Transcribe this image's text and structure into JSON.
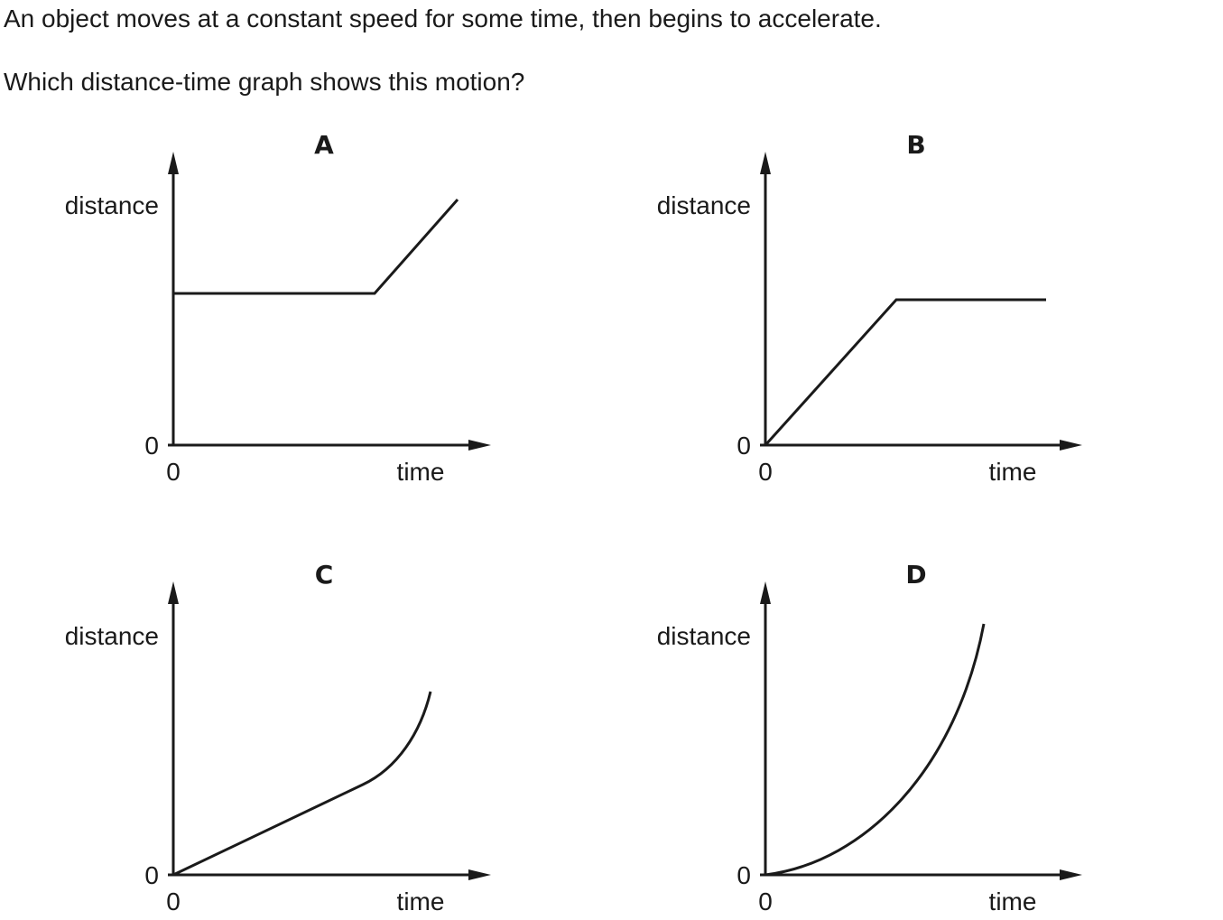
{
  "question": {
    "line1": "An object moves at a constant speed for some time, then begins to accelerate.",
    "line2": "Which distance-time graph shows this motion?"
  },
  "graphs": [
    {
      "letter": "A",
      "y_label": "distance",
      "x_label": "time",
      "y_origin": "0",
      "x_origin": "0",
      "shape": "horizontal line then straight rising line"
    },
    {
      "letter": "B",
      "y_label": "distance",
      "x_label": "time",
      "y_origin": "0",
      "x_origin": "0",
      "shape": "straight rising line from origin then horizontal line"
    },
    {
      "letter": "C",
      "y_label": "distance",
      "x_label": "time",
      "y_origin": "0",
      "x_origin": "0",
      "shape": "straight rising line from origin then upward curve"
    },
    {
      "letter": "D",
      "y_label": "distance",
      "x_label": "time",
      "y_origin": "0",
      "x_origin": "0",
      "shape": "upward curve from origin"
    }
  ]
}
